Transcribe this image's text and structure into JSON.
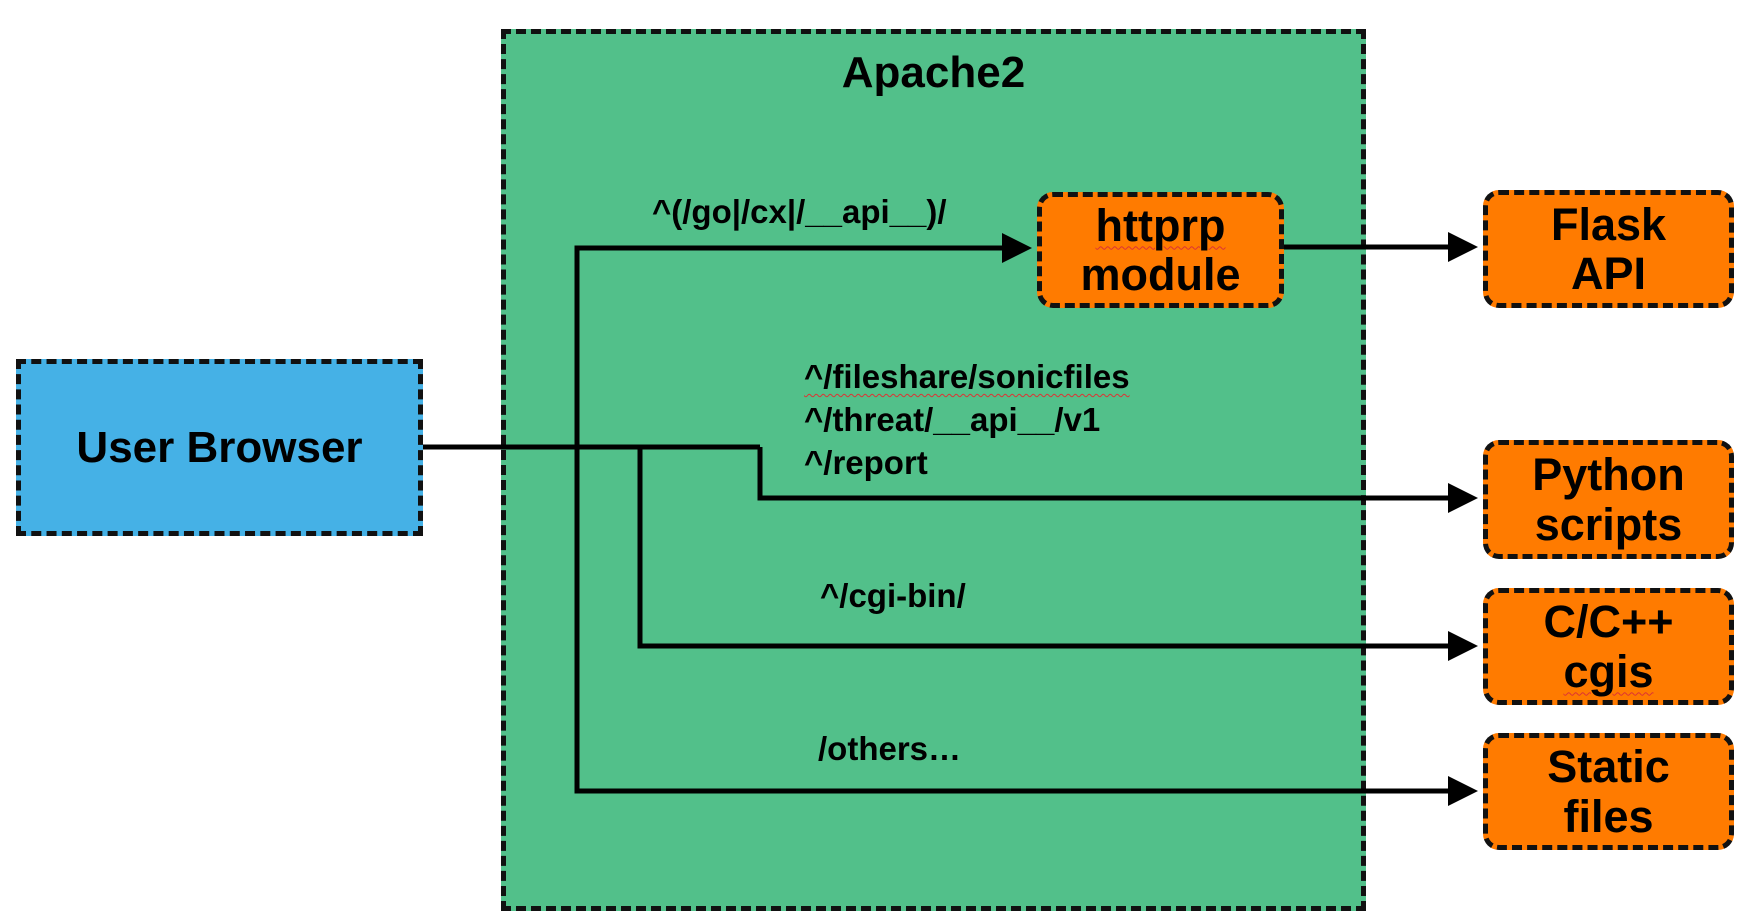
{
  "container": {
    "title": "Apache2"
  },
  "source": {
    "label": "User Browser"
  },
  "module": {
    "line1": "httprp",
    "line2": "module"
  },
  "targets": {
    "flask": {
      "line1": "Flask",
      "line2": "API"
    },
    "python": {
      "line1": "Python",
      "line2": "scripts"
    },
    "cgis": {
      "line1": "C/C++",
      "line2": "cgis"
    },
    "static": {
      "line1": "Static",
      "line2": "files"
    }
  },
  "routes": {
    "proxy": "^(/go|/cx|/__api__)/",
    "python": [
      "^/fileshare/sonicfiles",
      "^/threat/__api__/v1",
      "^/report"
    ],
    "cgi": "^/cgi-bin/",
    "others": "/others…"
  },
  "colors": {
    "container": "#52c08a",
    "source": "#45b1e6",
    "target": "#ff7b00",
    "border": "#111111"
  }
}
